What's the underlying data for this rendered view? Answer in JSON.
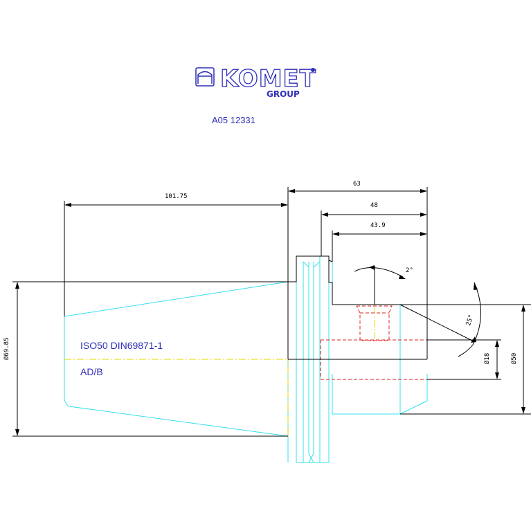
{
  "logo": {
    "brand": "KOMET",
    "sub": "GROUP"
  },
  "part_number": "A05 12331",
  "spec": {
    "standard": "ISO50 DIN69871-1",
    "form": "AD/B"
  },
  "dimensions": {
    "length_taper": "101.75",
    "length_total": "63",
    "length_48": "48",
    "length_439": "43.9",
    "angle_small": "2°",
    "angle_chamfer": "25°",
    "dia_taper": "Ø69.85",
    "dia_bore": "Ø18",
    "dia_body": "Ø50"
  },
  "colors": {
    "logo": "#2d2db8",
    "contour": "#33e0ee",
    "thread": "#e02020",
    "axis": "#e8d800"
  }
}
